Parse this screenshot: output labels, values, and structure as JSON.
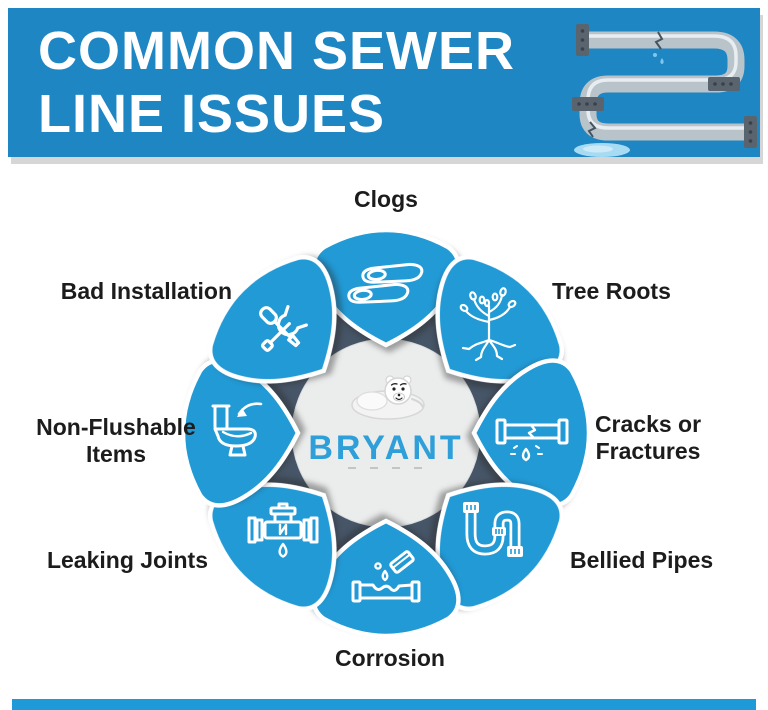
{
  "page": {
    "background_color": "#ffffff"
  },
  "header": {
    "title_line1": "COMMON SEWER",
    "title_line2": "LINE ISSUES",
    "background_color": "#1d86c3",
    "text_color": "#ffffff",
    "illustration": "s-curved-cracked-leaking-pipe"
  },
  "wheel": {
    "petal_color": "#219ad6",
    "ring_color": "#465567",
    "hub_color": "#ebecec",
    "icon_color": "#ffffff",
    "items": [
      {
        "label": "Clogs",
        "icon": "clogs-icon",
        "position": "top"
      },
      {
        "label": "Tree Roots",
        "icon": "tree-roots-icon",
        "position": "top-right"
      },
      {
        "label": "Cracks or Fractures",
        "lines": [
          "Cracks or",
          "Fractures"
        ],
        "icon": "cracked-pipe-icon",
        "position": "right"
      },
      {
        "label": "Bellied Pipes",
        "icon": "bellied-pipe-icon",
        "position": "bottom-right"
      },
      {
        "label": "Corrosion",
        "icon": "corroded-pipe-icon",
        "position": "bottom"
      },
      {
        "label": "Leaking Joints",
        "icon": "leaking-joint-icon",
        "position": "bottom-left"
      },
      {
        "label": "Non-Flushable Items",
        "lines": [
          "Non-Flushable",
          "Items"
        ],
        "icon": "toilet-arrow-icon",
        "position": "left"
      },
      {
        "label": "Bad Installation",
        "icon": "crossed-tools-icon",
        "position": "top-left"
      }
    ]
  },
  "center": {
    "brand": "BRYANT",
    "brand_color": "#2f9fd9",
    "mascot": "polar-bear"
  },
  "footer": {
    "bar_color": "#1d9ad7"
  }
}
